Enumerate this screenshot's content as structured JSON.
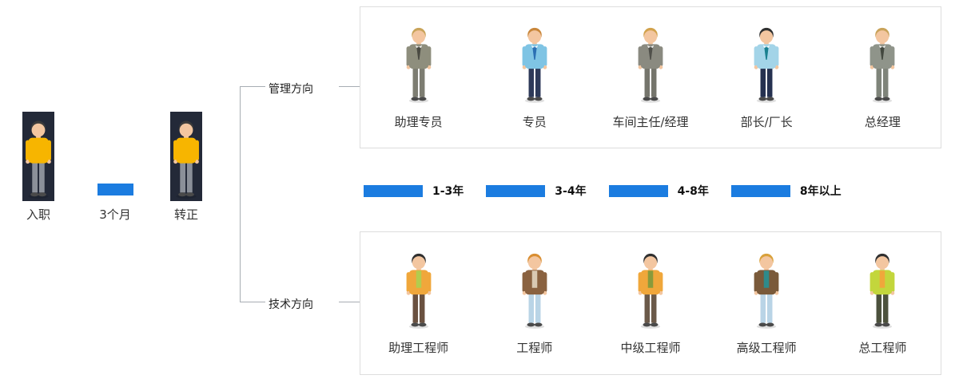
{
  "entry": {
    "person1": {
      "label": "入职",
      "hair": "#3b3b3b",
      "top": "#f7b500",
      "accent": "#e09d00",
      "pants": "#8b9099",
      "style": "plain"
    },
    "period_label": "3个月",
    "person2": {
      "label": "转正",
      "hair": "#3b3b3b",
      "top": "#f7b500",
      "accent": "#e09d00",
      "pants": "#8b9099",
      "style": "plain"
    },
    "thumb_bg": "#232938"
  },
  "branches": {
    "management": "管理方向",
    "technical": "技术方向"
  },
  "timeline": [
    {
      "label": "1-3年"
    },
    {
      "label": "3-4年"
    },
    {
      "label": "4-8年"
    },
    {
      "label": "8年以上"
    }
  ],
  "management": {
    "people": [
      {
        "label": "助理专员",
        "hair": "#c9a45a",
        "top": "#8e8e7d",
        "accent": "#4a4a42",
        "pants": "#7d7d72",
        "style": "tie"
      },
      {
        "label": "专员",
        "hair": "#c9873b",
        "top": "#7fc4e4",
        "accent": "#2b6fb3",
        "pants": "#2e3a59",
        "style": "tie"
      },
      {
        "label": "车间主任/经理",
        "hair": "#d2a24c",
        "top": "#8a8a80",
        "accent": "#50504a",
        "pants": "#75756c",
        "style": "tie"
      },
      {
        "label": "部长/厂长",
        "hair": "#303030",
        "top": "#a3d4e8",
        "accent": "#19808f",
        "pants": "#253150",
        "style": "tie"
      },
      {
        "label": "总经理",
        "hair": "#c9a35a",
        "top": "#8f948a",
        "accent": "#43483f",
        "pants": "#7f847a",
        "style": "tie"
      }
    ]
  },
  "technical": {
    "people": [
      {
        "label": "助理工程师",
        "hair": "#303030",
        "top": "#f0a73b",
        "accent": "#b3cc4d",
        "pants": "#6a5140",
        "style": "vest"
      },
      {
        "label": "工程师",
        "hair": "#d98e32",
        "top": "#8a6240",
        "accent": "#d9c9b2",
        "pants": "#b9d4e6",
        "style": "vest"
      },
      {
        "label": "中级工程师",
        "hair": "#303030",
        "top": "#f0a73b",
        "accent": "#8a9a3b",
        "pants": "#6b5a4a",
        "style": "vest"
      },
      {
        "label": "高级工程师",
        "hair": "#d9a13b",
        "top": "#7a5a3a",
        "accent": "#2e8b8b",
        "pants": "#b9d4e6",
        "style": "vest"
      },
      {
        "label": "总工程师",
        "hair": "#303030",
        "top": "#c3d63c",
        "accent": "#f0a73b",
        "pants": "#4c513c",
        "style": "vest"
      }
    ]
  },
  "colors": {
    "bar_blue": "#1b7ce0",
    "line_gray": "#a7adb3",
    "box_border": "#dddddd"
  }
}
